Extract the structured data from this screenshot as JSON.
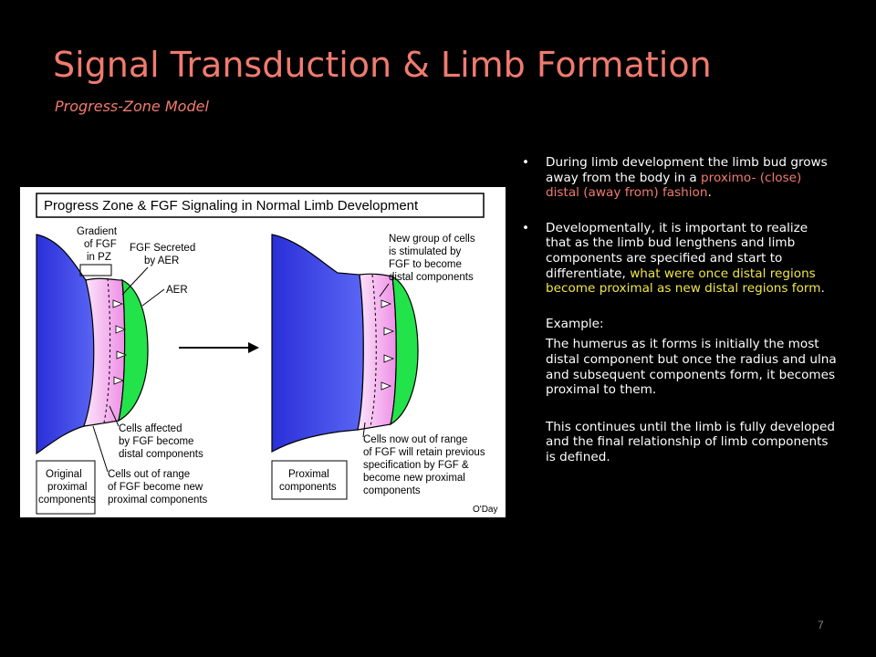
{
  "slide": {
    "title": "Signal Transduction & Limb Formation",
    "subtitle": "Progress-Zone Model",
    "page_number": "7"
  },
  "bullets": [
    {
      "pre": "During limb development the limb bud grows away from the body in a ",
      "highlight": "proximo- (close) distal (away from) fashion",
      "post": "."
    },
    {
      "pre": "Developmentally, it is important to realize that as the limb bud lengthens and limb components are specified and start to differentiate, ",
      "highlight": "what were once distal regions become proximal as new distal regions form",
      "post": "."
    }
  ],
  "paragraphs": {
    "example_label": "Example:",
    "example_text": "The humerus as it forms is initially the most distal component but once the radius and ulna and subsequent components form, it becomes proximal to them.",
    "closing_text": "This continues until the limb is fully developed and the final relationship of limb components is defined."
  },
  "figure": {
    "title": "Progress Zone & FGF Signaling in Normal Limb Development",
    "labels": {
      "gradient": [
        "Gradient",
        "of FGF",
        "in PZ"
      ],
      "fgf_secreted": [
        "FGF Secreted",
        "by AER"
      ],
      "aer": "AER",
      "cells_affected": [
        "Cells affected",
        "by FGF become",
        "distal components"
      ],
      "cells_out_of_range": [
        "Cells out of range",
        "of FGF become new",
        "proximal components"
      ],
      "original_proximal": [
        "Original",
        "proximal",
        "components"
      ],
      "new_group": [
        "New group of cells",
        "is stimulated by",
        "FGF to become",
        "distal components"
      ],
      "cells_now_out": [
        "Cells now out of range",
        "of FGF will retain previous",
        "specification by FGF &",
        "become new proximal",
        "components"
      ],
      "proximal_components": [
        "Proximal",
        "components"
      ],
      "credit": "O'Day"
    },
    "colors": {
      "blue": "#3a3fe6",
      "pink": "#f6a8f0",
      "green": "#22e34a"
    }
  }
}
